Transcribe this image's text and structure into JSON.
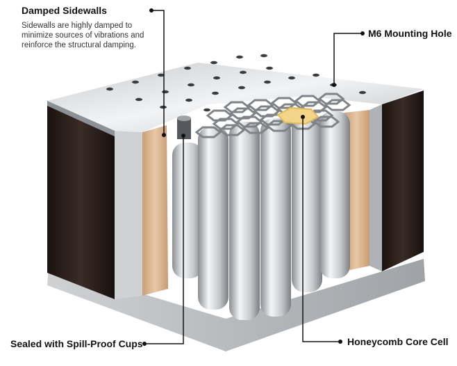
{
  "labels": {
    "damped_sidewalls": {
      "title": "Damped Sidewalls",
      "description": "Sidewalls are highly damped to minimize sources of vibrations and reinforce the structural damping."
    },
    "m6_mounting_hole": "M6 Mounting Hole",
    "spill_proof_cups": "Sealed with Spill-Proof Cups",
    "honeycomb_core": "Honeycomb Core Cell"
  },
  "colors": {
    "steel_light": "#e6e7e9",
    "steel_mid": "#b8bbbf",
    "steel_dark": "#7d8186",
    "sidewall_dark": "#241a17",
    "wood": "#d9b48f",
    "highlight_cell": "#f3d58a",
    "leader": "#111111"
  }
}
